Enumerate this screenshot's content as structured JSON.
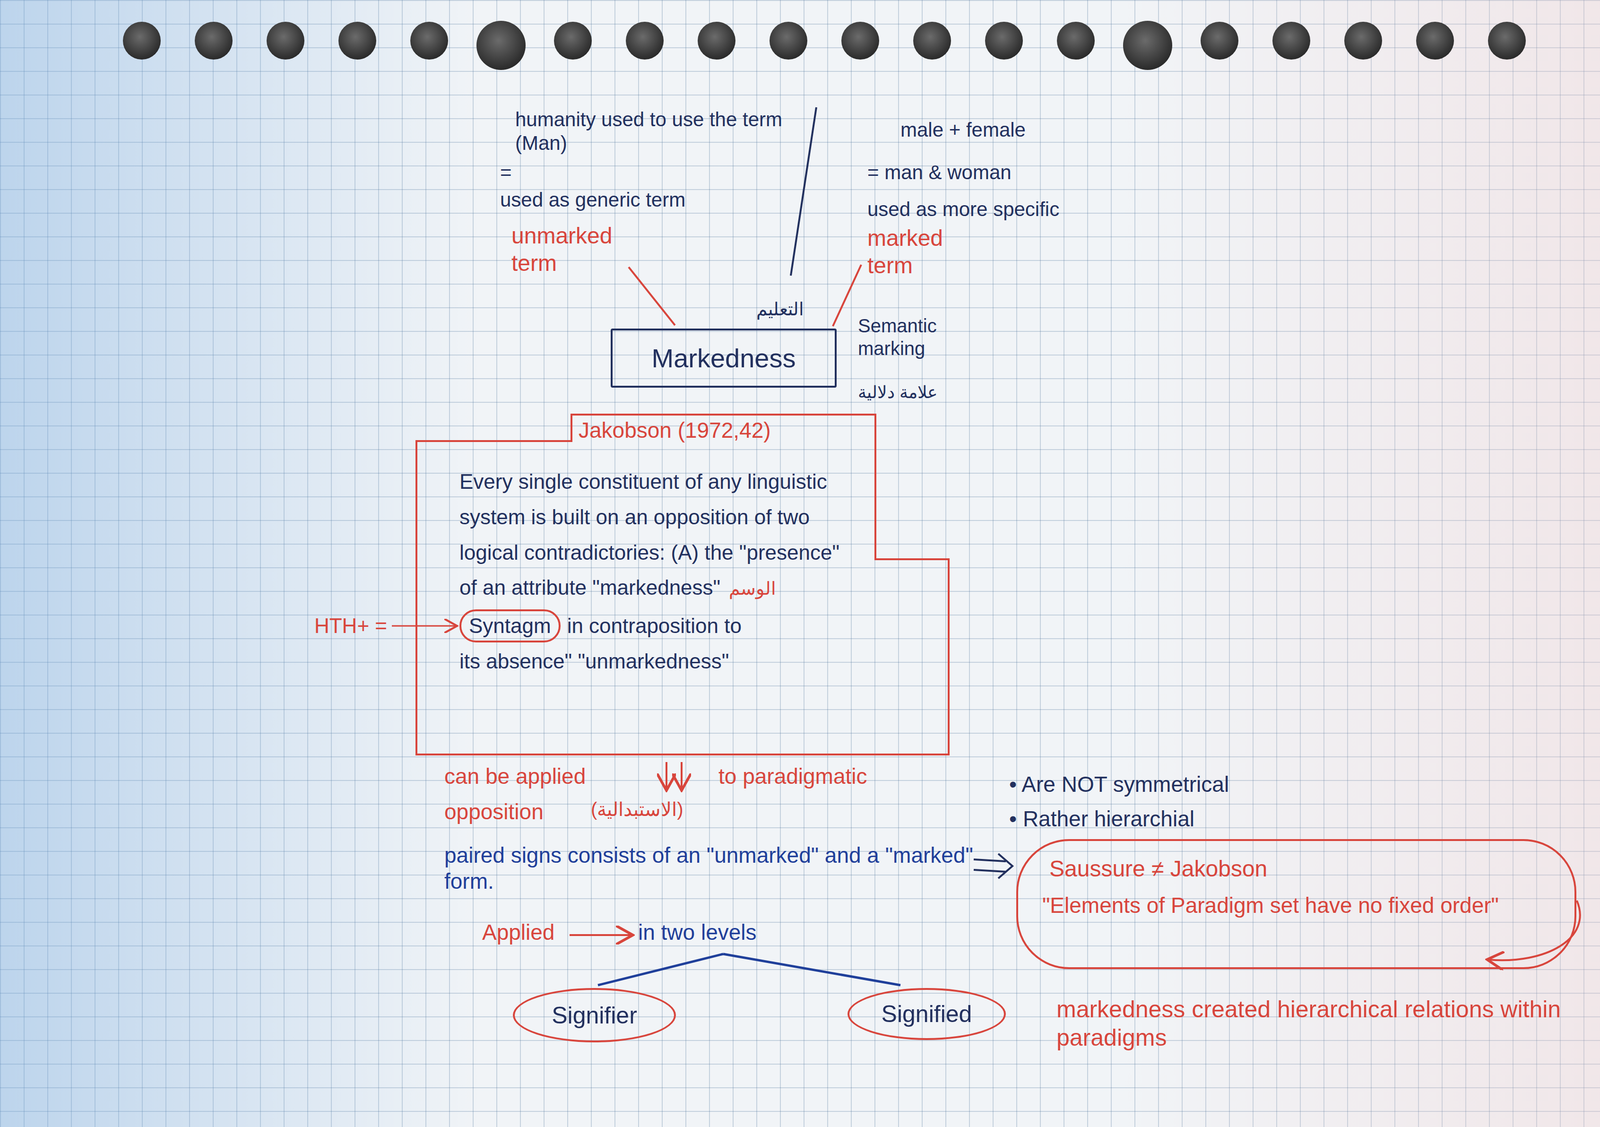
{
  "diagram": {
    "nodes": [
      {
        "text": [
          "Markedness"
        ]
      },
      {
        "text": [
          "Jakobson (1972,42)",
          "Every single constituent of any linguistic system is built on an opposition of two logical contradictories: (A) the \"presence\" of an attribute \"markedness\"",
          "الوسم",
          "in contraposition to",
          "its absence\" \"unmarkedness\""
        ]
      },
      {
        "text": [
          "Syntagm"
        ],
        "in": 1
      },
      {
        "text": [
          "Saussure ≠ Jakobson",
          "\"Elements of Paradigm set have no fixed order\""
        ]
      },
      {
        "text": [
          "Signifier"
        ]
      },
      {
        "text": [
          "Signified"
        ]
      }
    ],
    "labels": [
      "humanity used to use the term (Man)",
      "=",
      "used as generic term",
      "unmarked term",
      "male + female",
      "= man & woman",
      "used as more specific",
      "marked term",
      "التعليم",
      "Semantic marking",
      "علامة دلالية",
      "HTH+ =",
      "can be applied",
      "to paradigmatic",
      "opposition",
      "(الاستبدالية)",
      "paired signs consists of an \"unmarked\" and a \"marked\" form.",
      "• Are NOT symmetrical",
      "• Rather hierarchial",
      "Applied",
      "in two levels",
      "markedness created hierarchical relations within paradigms"
    ]
  }
}
